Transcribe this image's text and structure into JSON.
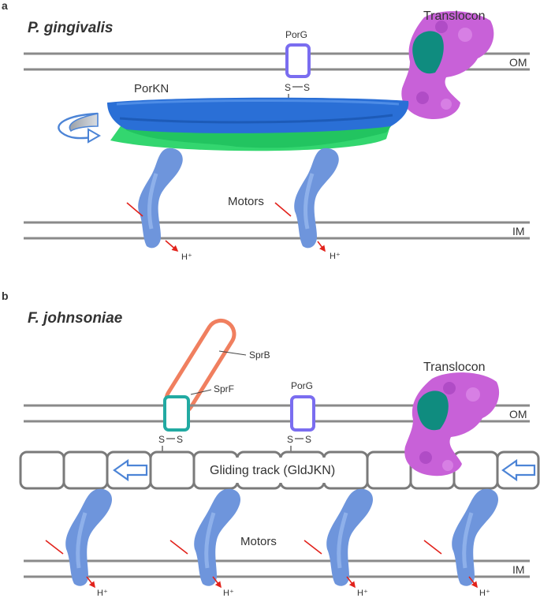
{
  "panel_a": {
    "letter": "a",
    "title": "P. gingivalis",
    "labels": {
      "translocon": "Translocon",
      "om": "OM",
      "im": "IM",
      "porg": "PorG",
      "disulfide_left": "S",
      "disulfide_right": "S",
      "porkn": "PorKN",
      "motors": "Motors",
      "proton": "H⁺"
    }
  },
  "panel_b": {
    "letter": "b",
    "title": "F. johnsoniae",
    "labels": {
      "translocon": "Translocon",
      "om": "OM",
      "im": "IM",
      "porg": "PorG",
      "sprb": "SprB",
      "sprf": "SprF",
      "disulfide_left": "S",
      "disulfide_right": "S",
      "gliding_track": "Gliding track (GldJKN)",
      "motors": "Motors",
      "proton": "H⁺"
    }
  },
  "colors": {
    "membrane": "#8a8a8a",
    "porkn_blue": "#2a6fd6",
    "porkn_green": "#33d66f",
    "motor": "#6e95dc",
    "translocon_magenta": "#c861d8",
    "translocon_teal": "#0f8c7f",
    "porg": "#7a6df0",
    "sprb": "#f07f5f",
    "sprf": "#22aaa2",
    "proton_red": "#e2221b",
    "arrow_blue": "#4c84d6"
  }
}
